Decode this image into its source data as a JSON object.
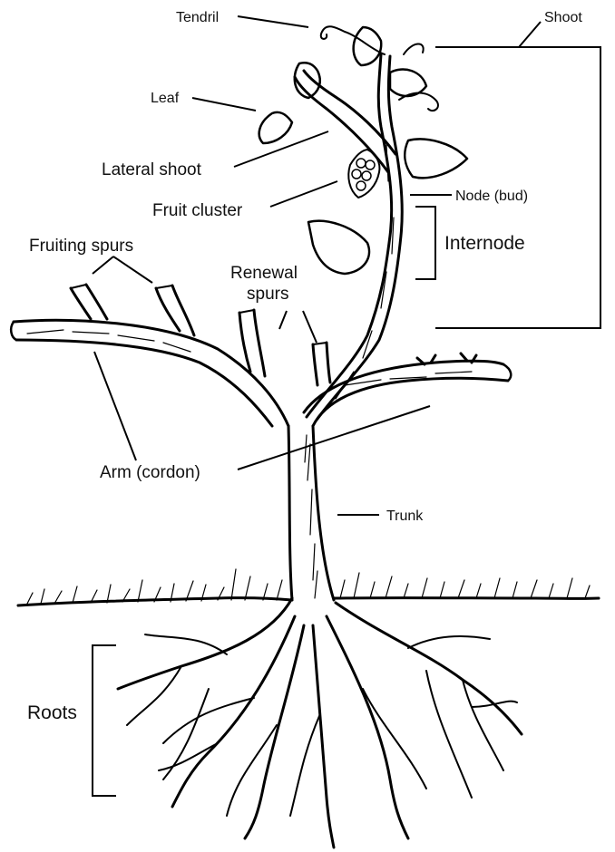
{
  "diagram": {
    "labels": {
      "tendril": "Tendril",
      "shoot": "Shoot",
      "leaf": "Leaf",
      "lateral_shoot": "Lateral shoot",
      "fruit_cluster": "Fruit cluster",
      "node_bud": "Node (bud)",
      "internode": "Internode",
      "fruiting_spurs": "Fruiting spurs",
      "renewal_spurs_line1": "Renewal",
      "renewal_spurs_line2": "spurs",
      "arm_cordon": "Arm (cordon)",
      "trunk": "Trunk",
      "roots": "Roots"
    },
    "colors": {
      "ink": "#000000",
      "background": "#ffffff"
    }
  }
}
